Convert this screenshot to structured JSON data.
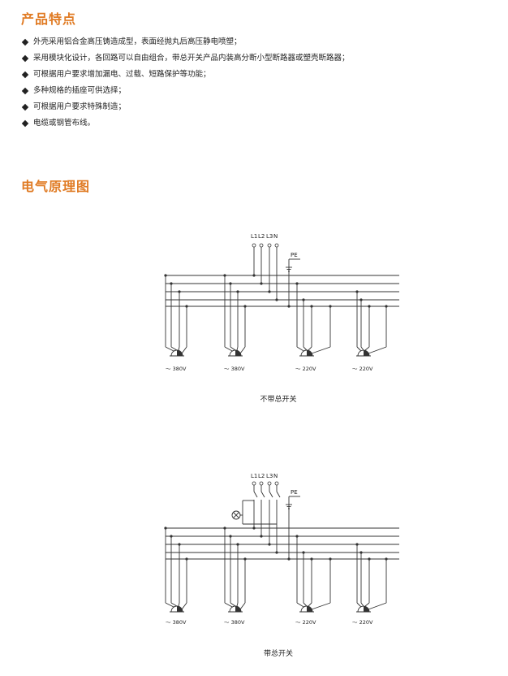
{
  "features_title": "产品特点",
  "features": [
    "外壳采用铝合金高压铸造成型，表面经抛丸后高压静电喷塑；",
    "采用模块化设计，各回路可以自由组合，带总开关产品内装高分断小型断路器或塑壳断路器；",
    "可根据用户要求增加漏电、过载、短路保护等功能；",
    "多种规格的插座可供选择；",
    "可根据用户要求特殊制造；",
    "电缆或钢管布线。"
  ],
  "diagram_title": "电气原理图",
  "diagrams": [
    {
      "caption": "不带总开关",
      "bus_labels": [
        "L1",
        "L2",
        "L3",
        "N"
      ],
      "pe_label": "PE",
      "socket_labels": [
        "～ 380V",
        "～ 380V",
        "～ 220V",
        "～ 220V"
      ]
    },
    {
      "caption": "带总开关",
      "bus_labels": [
        "L1",
        "L2",
        "L3",
        "N"
      ],
      "pe_label": "PE",
      "socket_labels": [
        "～ 380V",
        "～ 380V",
        "～ 220V",
        "～ 220V"
      ]
    }
  ],
  "colors": {
    "accent": "#e07b24",
    "text": "#222222",
    "line": "#333333"
  }
}
